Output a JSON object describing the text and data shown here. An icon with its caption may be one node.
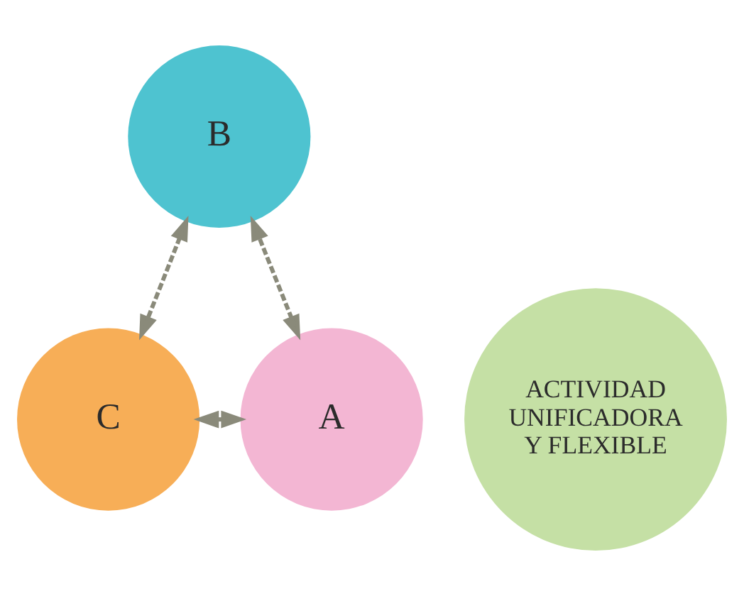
{
  "diagram": {
    "nodes": [
      {
        "text": [
          "B"
        ]
      },
      {
        "text": [
          "ACTIVIDAD UNIFICADORA Y FLEXIBLE"
        ]
      },
      {
        "text": [
          "A"
        ]
      },
      {
        "text": [
          "C"
        ]
      }
    ],
    "edges": [
      {
        "from": 2,
        "to": 0,
        "arrow": "both",
        "style": "dashed"
      },
      {
        "from": 0,
        "to": 3,
        "arrow": "both",
        "style": "dashed"
      },
      {
        "from": 2,
        "to": 3,
        "arrow": "both",
        "style": "dashed"
      }
    ]
  }
}
